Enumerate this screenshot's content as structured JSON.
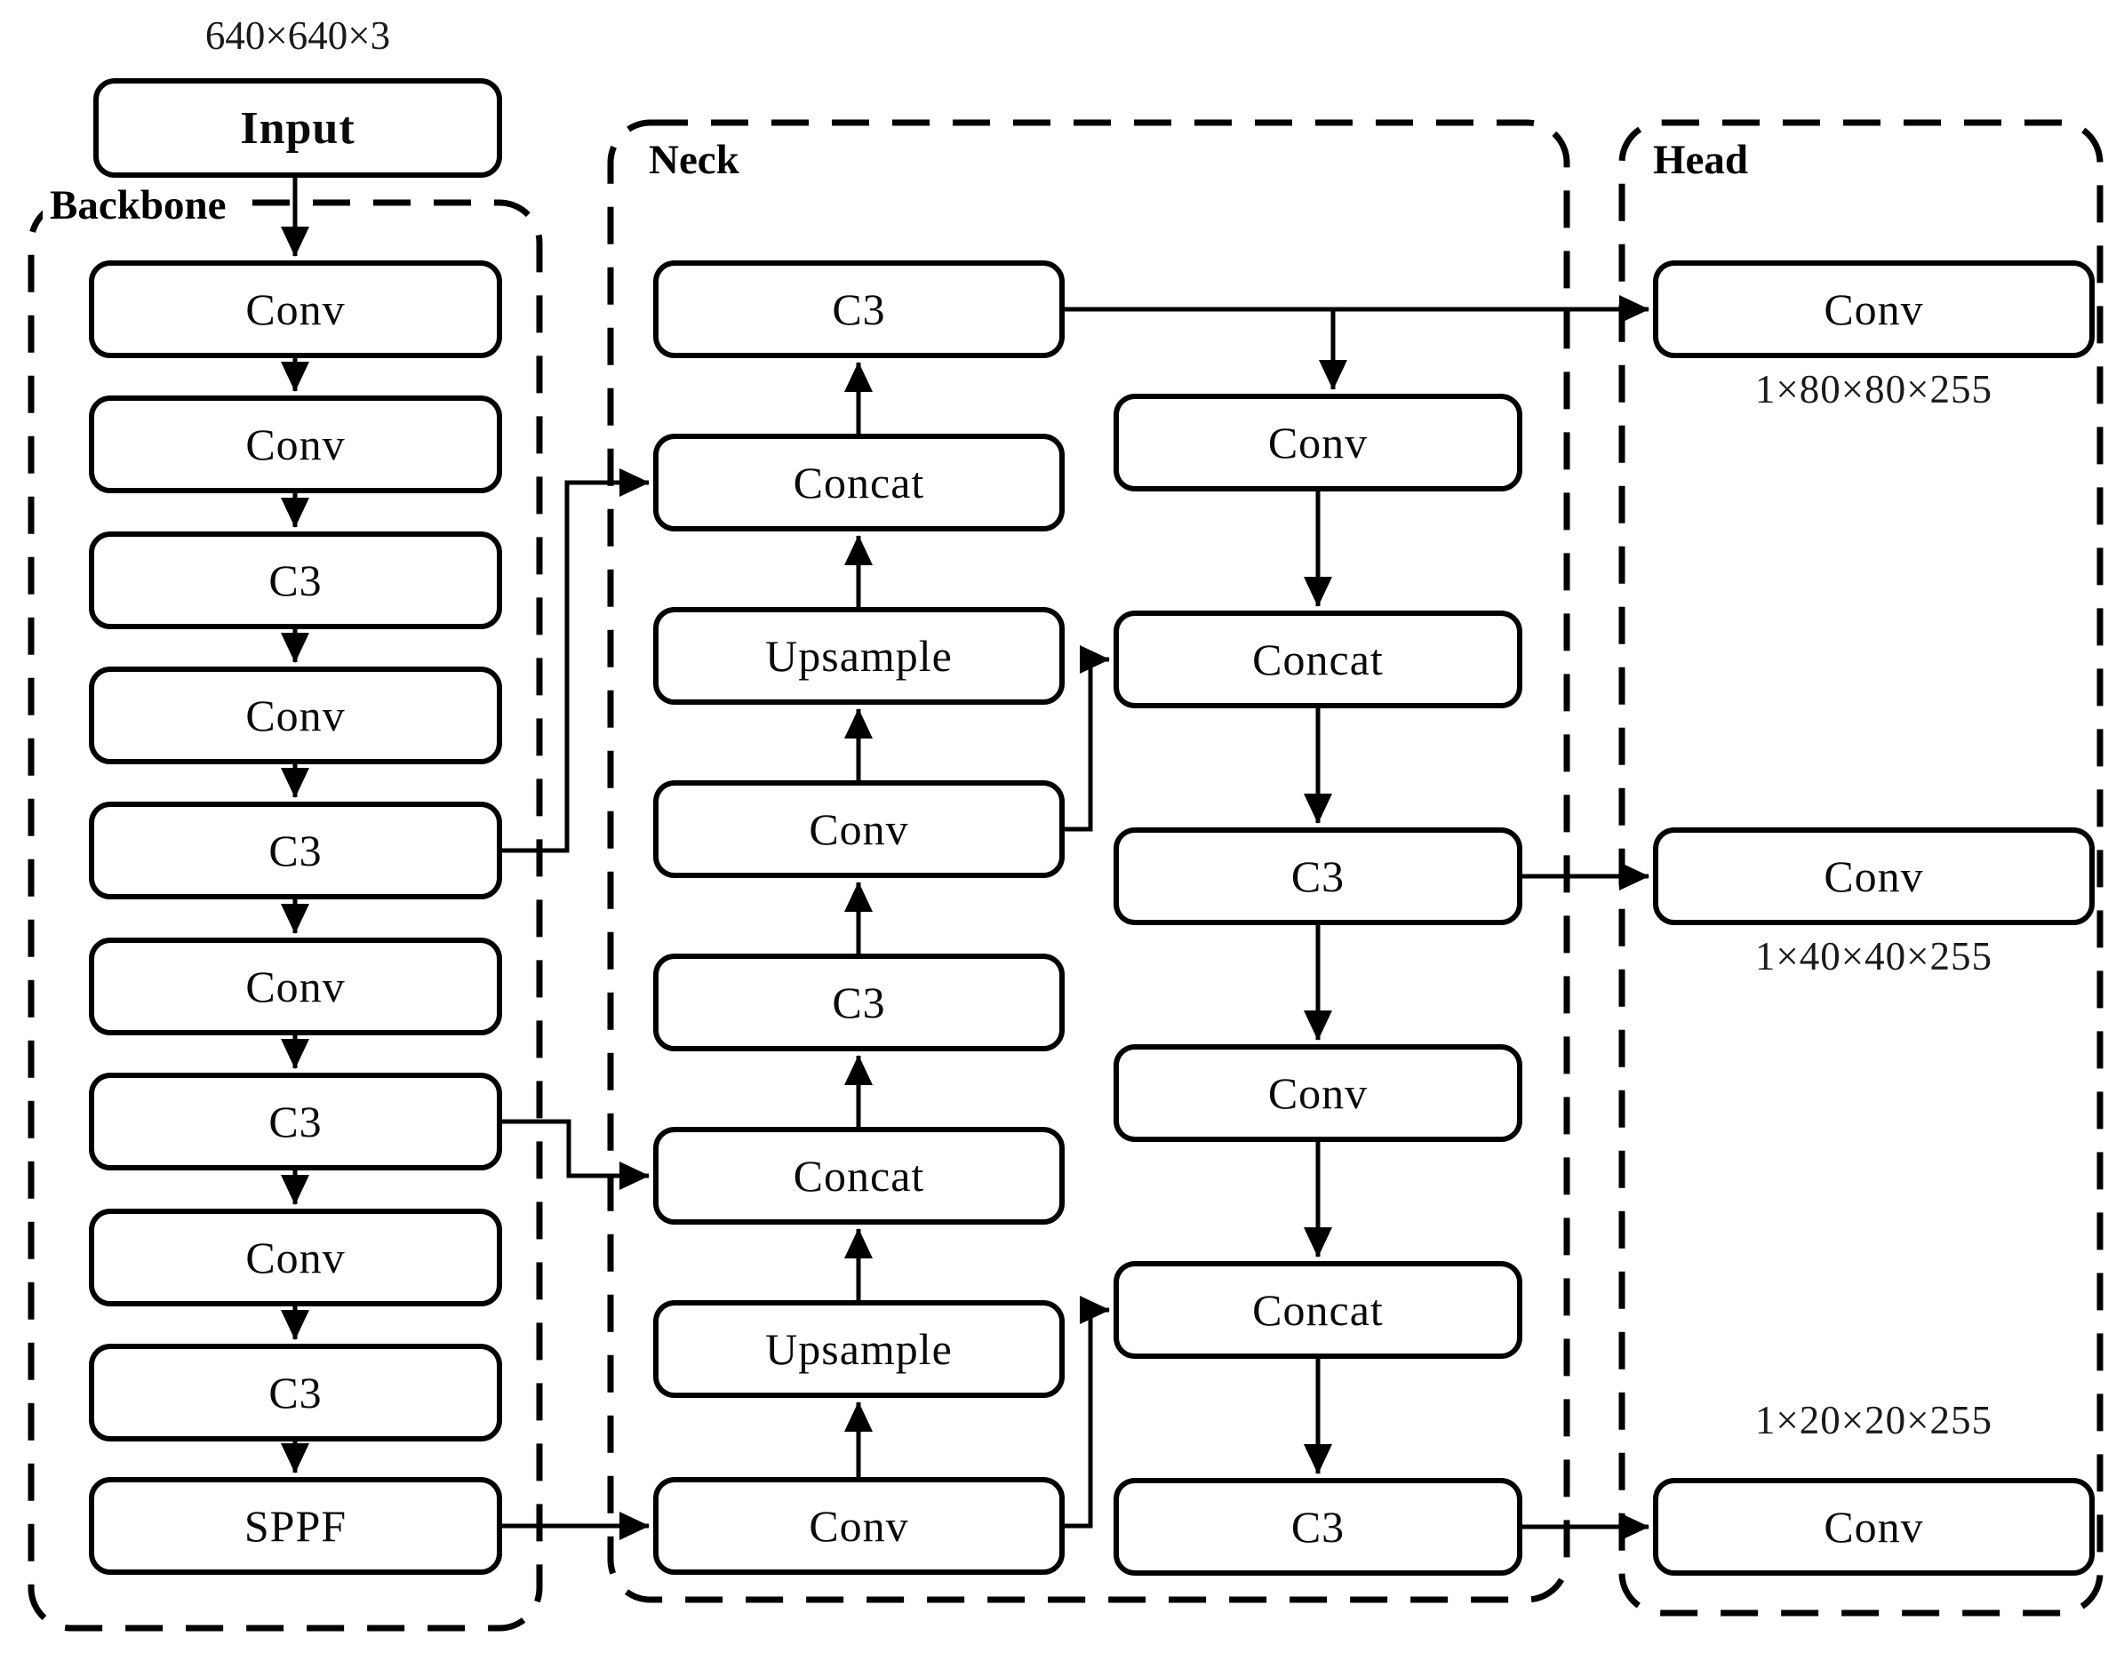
{
  "diagram": {
    "input": {
      "dims_label": "640×640×3",
      "label": "Input"
    },
    "backbone": {
      "label": "Backbone",
      "nodes": [
        "Conv",
        "Conv",
        "C3",
        "Conv",
        "C3",
        "Conv",
        "C3",
        "Conv",
        "C3",
        "SPPF"
      ]
    },
    "neck": {
      "label": "Neck",
      "left_column": [
        "C3",
        "Concat",
        "Upsample",
        "Conv",
        "C3",
        "Concat",
        "Upsample",
        "Conv"
      ],
      "right_column": [
        "Conv",
        "Concat",
        "C3",
        "Conv",
        "Concat",
        "C3"
      ]
    },
    "head": {
      "label": "Head",
      "nodes": [
        "Conv",
        "Conv",
        "Conv"
      ],
      "output_dims": [
        "1×80×80×255",
        "1×40×40×255",
        "1×20×20×255"
      ]
    }
  }
}
